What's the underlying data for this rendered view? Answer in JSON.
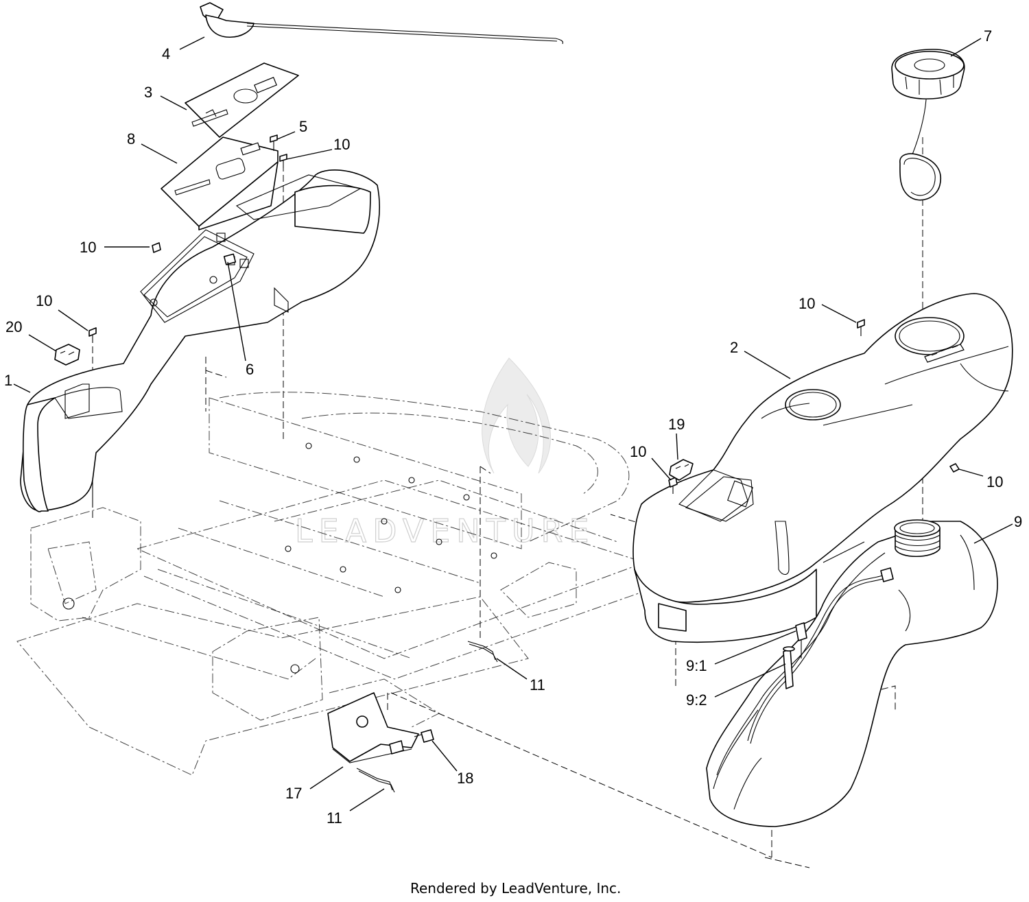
{
  "callouts": [
    {
      "id": "4",
      "text": "4"
    },
    {
      "id": "3",
      "text": "3"
    },
    {
      "id": "8",
      "text": "8"
    },
    {
      "id": "5",
      "text": "5"
    },
    {
      "id": "10a",
      "text": "10"
    },
    {
      "id": "10b",
      "text": "10"
    },
    {
      "id": "10c",
      "text": "10"
    },
    {
      "id": "20",
      "text": "20"
    },
    {
      "id": "1",
      "text": "1"
    },
    {
      "id": "6",
      "text": "6"
    },
    {
      "id": "7",
      "text": "7"
    },
    {
      "id": "10d",
      "text": "10"
    },
    {
      "id": "2",
      "text": "2"
    },
    {
      "id": "19",
      "text": "19"
    },
    {
      "id": "10e",
      "text": "10"
    },
    {
      "id": "10f",
      "text": "10"
    },
    {
      "id": "9",
      "text": "9"
    },
    {
      "id": "9-1",
      "text": "9:1"
    },
    {
      "id": "9-2",
      "text": "9:2"
    },
    {
      "id": "11a",
      "text": "11"
    },
    {
      "id": "17",
      "text": "17"
    },
    {
      "id": "18",
      "text": "18"
    },
    {
      "id": "11b",
      "text": "11"
    }
  ],
  "watermark": {
    "text": "LEADVENTURE"
  },
  "footer": {
    "text": "Rendered by LeadVenture, Inc."
  }
}
